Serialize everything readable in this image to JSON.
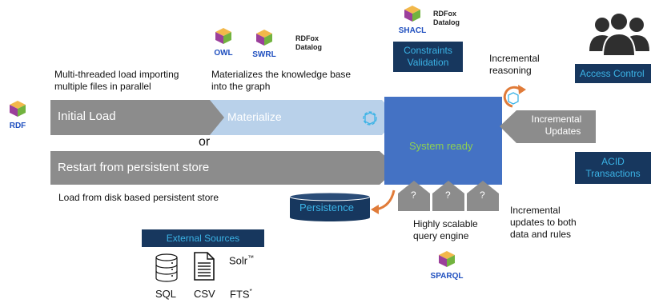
{
  "icons": {
    "rdf": "RDF",
    "owl": "OWL",
    "swrl": "SWRL",
    "shacl": "SHACL",
    "sparql": "SPARQL"
  },
  "notes": {
    "rdfox_datalog_top": [
      "RDFox",
      "Datalog"
    ],
    "rdfox_datalog_mid": [
      "RDFox",
      "Datalog"
    ],
    "multithread": [
      "Multi-threaded load importing",
      "multiple files in parallel"
    ],
    "materializes": [
      "Materializes the knowledge base",
      "into the graph"
    ],
    "load_from_disk": "Load from disk based persistent store",
    "incremental_reasoning": [
      "Incremental",
      "reasoning"
    ],
    "query_engine": [
      "Highly scalable",
      "query engine"
    ],
    "incremental_both": [
      "Incremental",
      "updates to both",
      "data and rules"
    ]
  },
  "flow": {
    "initial_load": "Initial Load",
    "materialize": "Materialize",
    "or": "or",
    "restart": "Restart from persistent store",
    "system_ready": "System ready",
    "incremental_updates": [
      "Incremental",
      "Updates"
    ],
    "query_marks": [
      "?",
      "?",
      "?"
    ]
  },
  "boxes": {
    "constraints": [
      "Constraints",
      "Validation"
    ],
    "access_control": "Access Control",
    "acid": [
      "ACID",
      "Transactions"
    ],
    "persistence": "Persistence",
    "external_sources": "External Sources"
  },
  "external": {
    "solr": "Solr",
    "solr_tm": "™",
    "sql": "SQL",
    "csv": "CSV",
    "fts": "FTS",
    "fts_mark": "*"
  },
  "colors": {
    "grey_arrow": "#8c8c8c",
    "light_blue": "#b9d1ea",
    "system_blue": "#4472c4",
    "system_text": "#8fd14f",
    "navy": "#17375e",
    "cyan_text": "#3bb3e6",
    "orange": "#e07b39",
    "icon_label": "#1f4fbf"
  }
}
